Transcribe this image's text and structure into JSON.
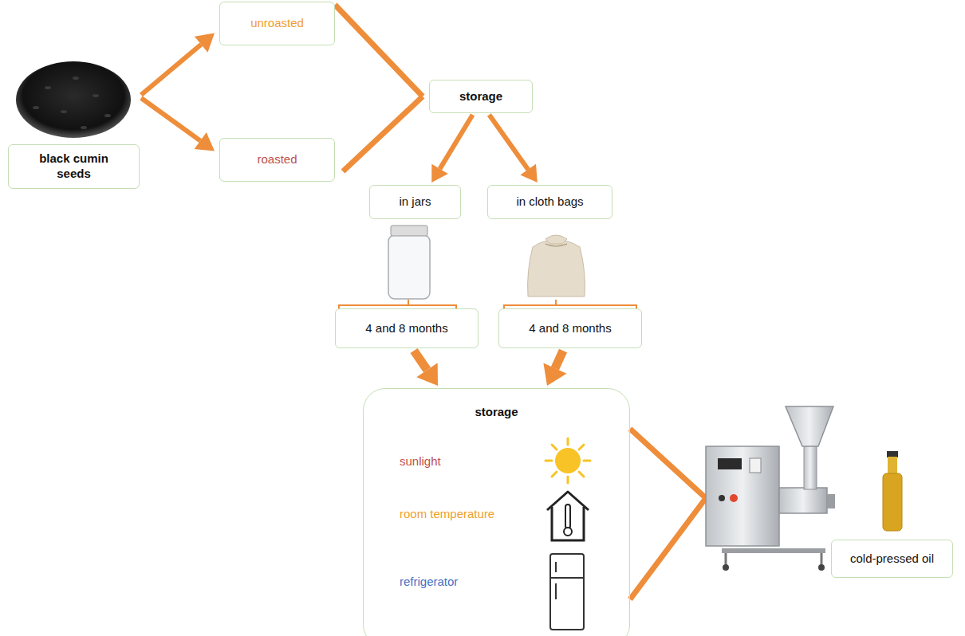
{
  "diagram": {
    "nodes": [
      {
        "text": [
          "black cumin seeds"
        ]
      },
      {
        "text": [
          "unroasted"
        ]
      },
      {
        "text": [
          "roasted"
        ]
      },
      {
        "text": [
          "storage"
        ]
      },
      {
        "text": [
          "in jars"
        ]
      },
      {
        "text": [
          "in cloth bags"
        ]
      },
      {
        "text": [
          "4 and 8 months"
        ]
      },
      {
        "text": [
          "4 and 8 months"
        ]
      },
      {
        "text": [
          "storage",
          "sunlight",
          "room temperature",
          "refrigerator"
        ]
      },
      {
        "text": [
          "cold-pressed oil"
        ]
      }
    ],
    "edges": [
      {
        "from": 0,
        "to": 1,
        "arrow": "to"
      },
      {
        "from": 0,
        "to": 2,
        "arrow": "to"
      },
      {
        "from": 1,
        "to": 3,
        "arrow": "none"
      },
      {
        "from": 2,
        "to": 3,
        "arrow": "none"
      },
      {
        "from": 3,
        "to": 4,
        "arrow": "to"
      },
      {
        "from": 3,
        "to": 5,
        "arrow": "to"
      },
      {
        "from": 6,
        "to": 8,
        "arrow": "to"
      },
      {
        "from": 7,
        "to": 8,
        "arrow": "to"
      }
    ]
  }
}
